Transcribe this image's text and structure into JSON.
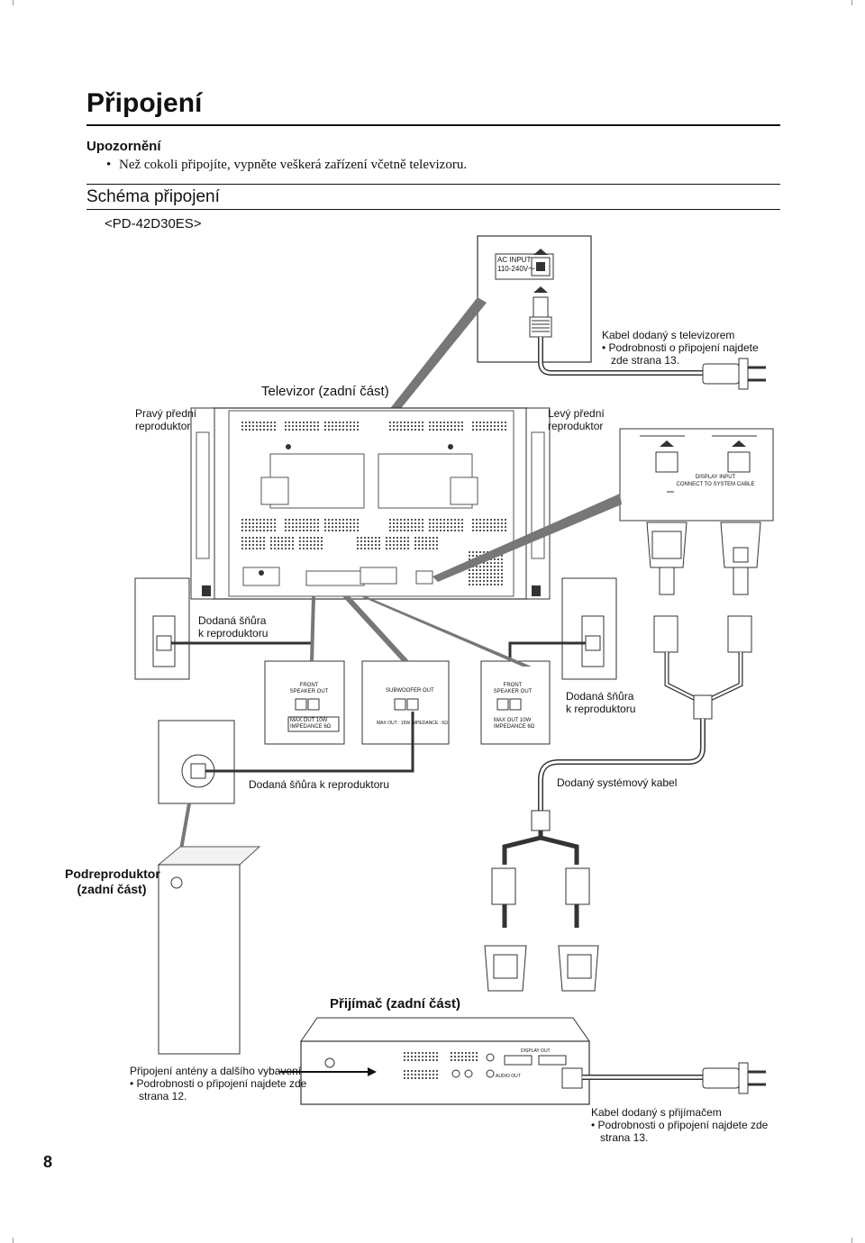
{
  "page": {
    "title": "Připojení",
    "number": "8"
  },
  "caution": {
    "heading": "Upozornění",
    "bullet": "•",
    "text": "Než cokoli připojíte, vypněte veškerá zařízení včetně televizoru."
  },
  "schema": {
    "heading": "Schéma připojení",
    "model": "<PD-42D30ES>"
  },
  "labels": {
    "ac_input_line1": "AC INPUT",
    "ac_input_line2": "110-240V～",
    "tv_cable_title": "Kabel dodaný s televizorem",
    "tv_cable_note": "• Podrobnosti o připojení najdete",
    "tv_cable_note2": "zde strana 13.",
    "tv_rear": "Televizor (zadní část)",
    "right_speaker_1": "Pravý přední",
    "right_speaker_2": "reproduktor",
    "left_speaker_1": "Levý přední",
    "left_speaker_2": "reproduktor",
    "display_input_1": "DISPLAY INPUT",
    "display_input_2": "CONNECT TO SYSTEM CABLE",
    "speaker_cord_1a": "Dodaná šňůra",
    "speaker_cord_1b": "k reproduktoru",
    "front_speaker_out": "FRONT",
    "speaker_out": "SPEAKER OUT",
    "max_out": "MAX OUT",
    "max_w": "10W",
    "impedance": "IMPEDANCE",
    "impedance_val": "6Ω",
    "subwoofer_out": "SUBWOOFER OUT",
    "sub_max": "MAX OUT : 15W",
    "sub_imp": "IMPEDANCE : 6Ω",
    "speaker_cord_2a": "Dodaná šňůra",
    "speaker_cord_2b": "k reproduktoru",
    "speaker_cord_3": "Dodaná šňůra k reproduktoru",
    "system_cable": "Dodaný systémový kabel",
    "subwoofer_rear_1": "Podreproduktor",
    "subwoofer_rear_2": "(zadní část)",
    "receiver_rear": "Přijímač (zadní část)",
    "antenna_title": "Připojení antény a dalšího vybavení",
    "antenna_note": "• Podrobnosti o připojení najdete zde",
    "antenna_note2": "strana 12.",
    "receiver_cable_title": "Kabel dodaný s přijímačem",
    "receiver_cable_note": "• Podrobnosti o připojení najdete zde",
    "receiver_cable_note2": "strana 13.",
    "display_out": "DISPLAY OUT",
    "audio_out": "AUDIO OUT"
  }
}
